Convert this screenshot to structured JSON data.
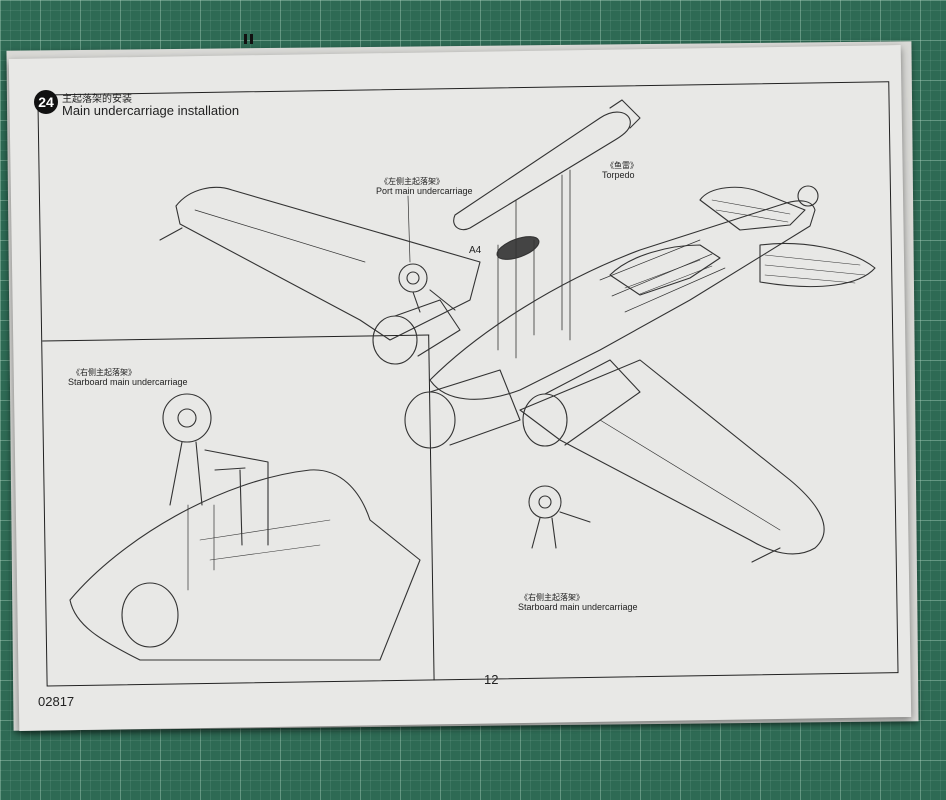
{
  "step": {
    "number": "24",
    "title_cn": "主起落架的安装",
    "title_en": "Main undercarriage installation"
  },
  "callouts": {
    "port_cn": "《左侧主起落架》",
    "port_en": "Port main undercarriage",
    "torpedo_cn": "《鱼雷》",
    "torpedo_en": "Torpedo",
    "part_a4": "A4",
    "starboard_inset_cn": "《右侧主起落架》",
    "starboard_inset_en": "Starboard main undercarriage",
    "starboard_main_cn": "《右侧主起落架》",
    "starboard_main_en": "Starboard main undercarriage"
  },
  "footer": {
    "page_number": "12",
    "part_number": "02817"
  },
  "colors": {
    "paper": "#e8e8e6",
    "ink": "#222222",
    "mat": "#2e6a54"
  }
}
